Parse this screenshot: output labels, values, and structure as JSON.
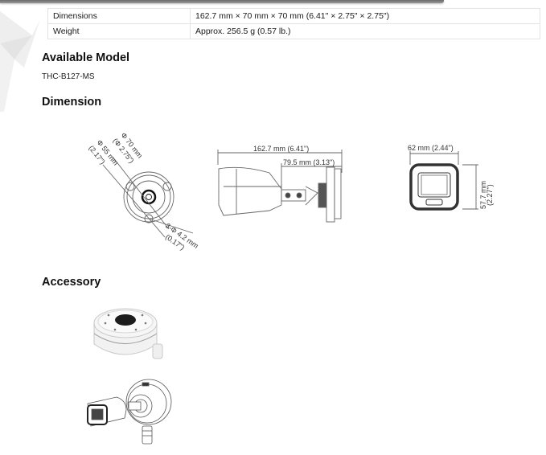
{
  "spec_table": {
    "rows": [
      {
        "label": "Dimensions",
        "value": "162.7 mm × 70 mm × 70 mm (6.41\" × 2.75\" × 2.75\")"
      },
      {
        "label": "Weight",
        "value": "Approx. 256.5 g (0.57 lb.)"
      }
    ]
  },
  "sections": {
    "available_model": {
      "title": "Available Model",
      "model": "THC-B127-MS"
    },
    "dimension": {
      "title": "Dimension",
      "base_view": {
        "outer_diameter": "Φ 70 mm",
        "outer_diameter_in": "(Φ 2.75\")",
        "inner_diameter": "Φ 55 mm",
        "inner_diameter_in": "(2.17\")",
        "hole": "3-Φ 4.2 mm",
        "hole_in": "(0.17\")"
      },
      "side_view": {
        "length": "162.7 mm (6.41\")",
        "mount_length": "79.5 mm (3.13\")"
      },
      "front_view": {
        "width": "62 mm (2.44\")",
        "height": "57.7 mm",
        "height_in": "(2.27\")"
      }
    },
    "accessory": {
      "title": "Accessory"
    }
  },
  "colors": {
    "top_bar": "#7a7a7a",
    "table_border": "#e3e3e3",
    "heading": "#111111"
  }
}
